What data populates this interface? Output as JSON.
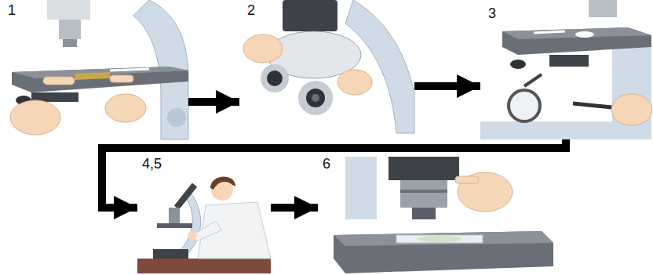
{
  "diagram": {
    "nodes": [
      {
        "text": [
          "1"
        ]
      },
      {
        "text": [
          "2"
        ]
      },
      {
        "text": [
          "3"
        ]
      },
      {
        "text": [
          "4,5"
        ]
      },
      {
        "text": [
          "6"
        ]
      }
    ],
    "edges": [
      {
        "from": 0,
        "to": 1,
        "arrow": "to"
      },
      {
        "from": 1,
        "to": 2,
        "arrow": "to"
      },
      {
        "from": 2,
        "to": 3,
        "arrow": "to"
      },
      {
        "from": 3,
        "to": 4,
        "arrow": "to"
      }
    ]
  }
}
